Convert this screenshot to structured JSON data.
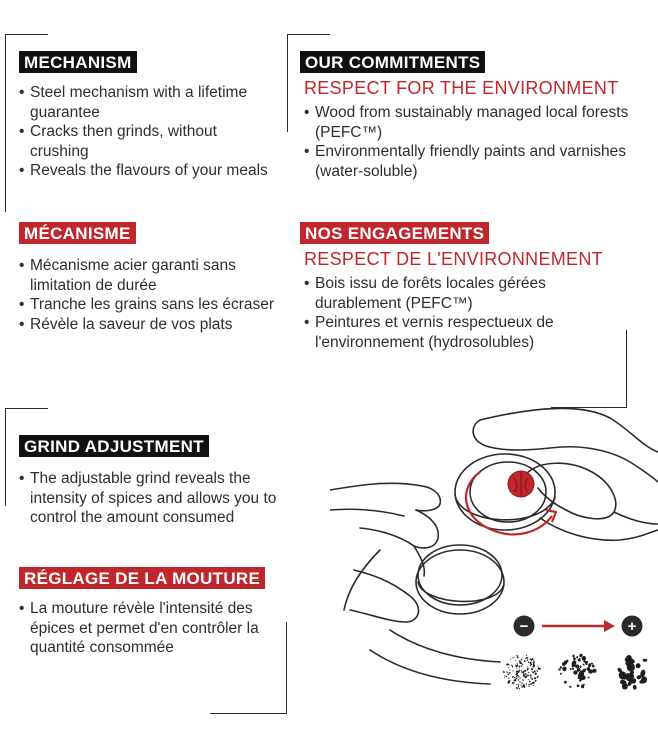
{
  "mechanism_en": {
    "title": "MECHANISM",
    "items": [
      "Steel mechanism with a lifetime guarantee",
      "Cracks then grinds, without crushing",
      "Reveals the flavours of your meals"
    ]
  },
  "mechanism_fr": {
    "title": "MÉCANISME",
    "items": [
      "Mécanisme acier garanti sans limitation de durée",
      "Tranche les grains sans les écraser",
      "Révèle la saveur de vos plats"
    ]
  },
  "commitments_en": {
    "title": "OUR COMMITMENTS",
    "subtitle": "RESPECT FOR THE ENVIRONMENT",
    "items": [
      "Wood from sustainably managed local forests (PEFC™)",
      "Environmentally friendly paints and varnishes (water-soluble)"
    ]
  },
  "commitments_fr": {
    "title": "NOS ENGAGEMENTS",
    "subtitle": "RESPECT DE L'ENVIRONNEMENT",
    "items": [
      "Bois issu de forêts locales gérées durablement (PEFC™)",
      "Peintures et vernis respectueux de l'environnement (hydrosolubles)"
    ]
  },
  "grind_en": {
    "title": "GRIND ADJUSTMENT",
    "items": [
      "The adjustable grind reveals the intensity of spices and allows you to control the amount consumed"
    ]
  },
  "grind_fr": {
    "title": "RÉGLAGE DE LA MOUTURE",
    "items": [
      "La mouture révèle l'intensité des épices et permet d'en contrôler la quantité consommée"
    ]
  },
  "grind_scale": {
    "minus_symbol": "−",
    "plus_symbol": "+"
  },
  "icons": [
    "hand-adjusting-grinder-icon",
    "minus-icon",
    "plus-icon",
    "arrow-right-icon",
    "fine-grind-icon",
    "medium-grind-icon",
    "coarse-grind-icon"
  ],
  "colors": {
    "accent_red": "#c0272d",
    "tag_black": "#111111",
    "text": "#2e2e2e"
  }
}
